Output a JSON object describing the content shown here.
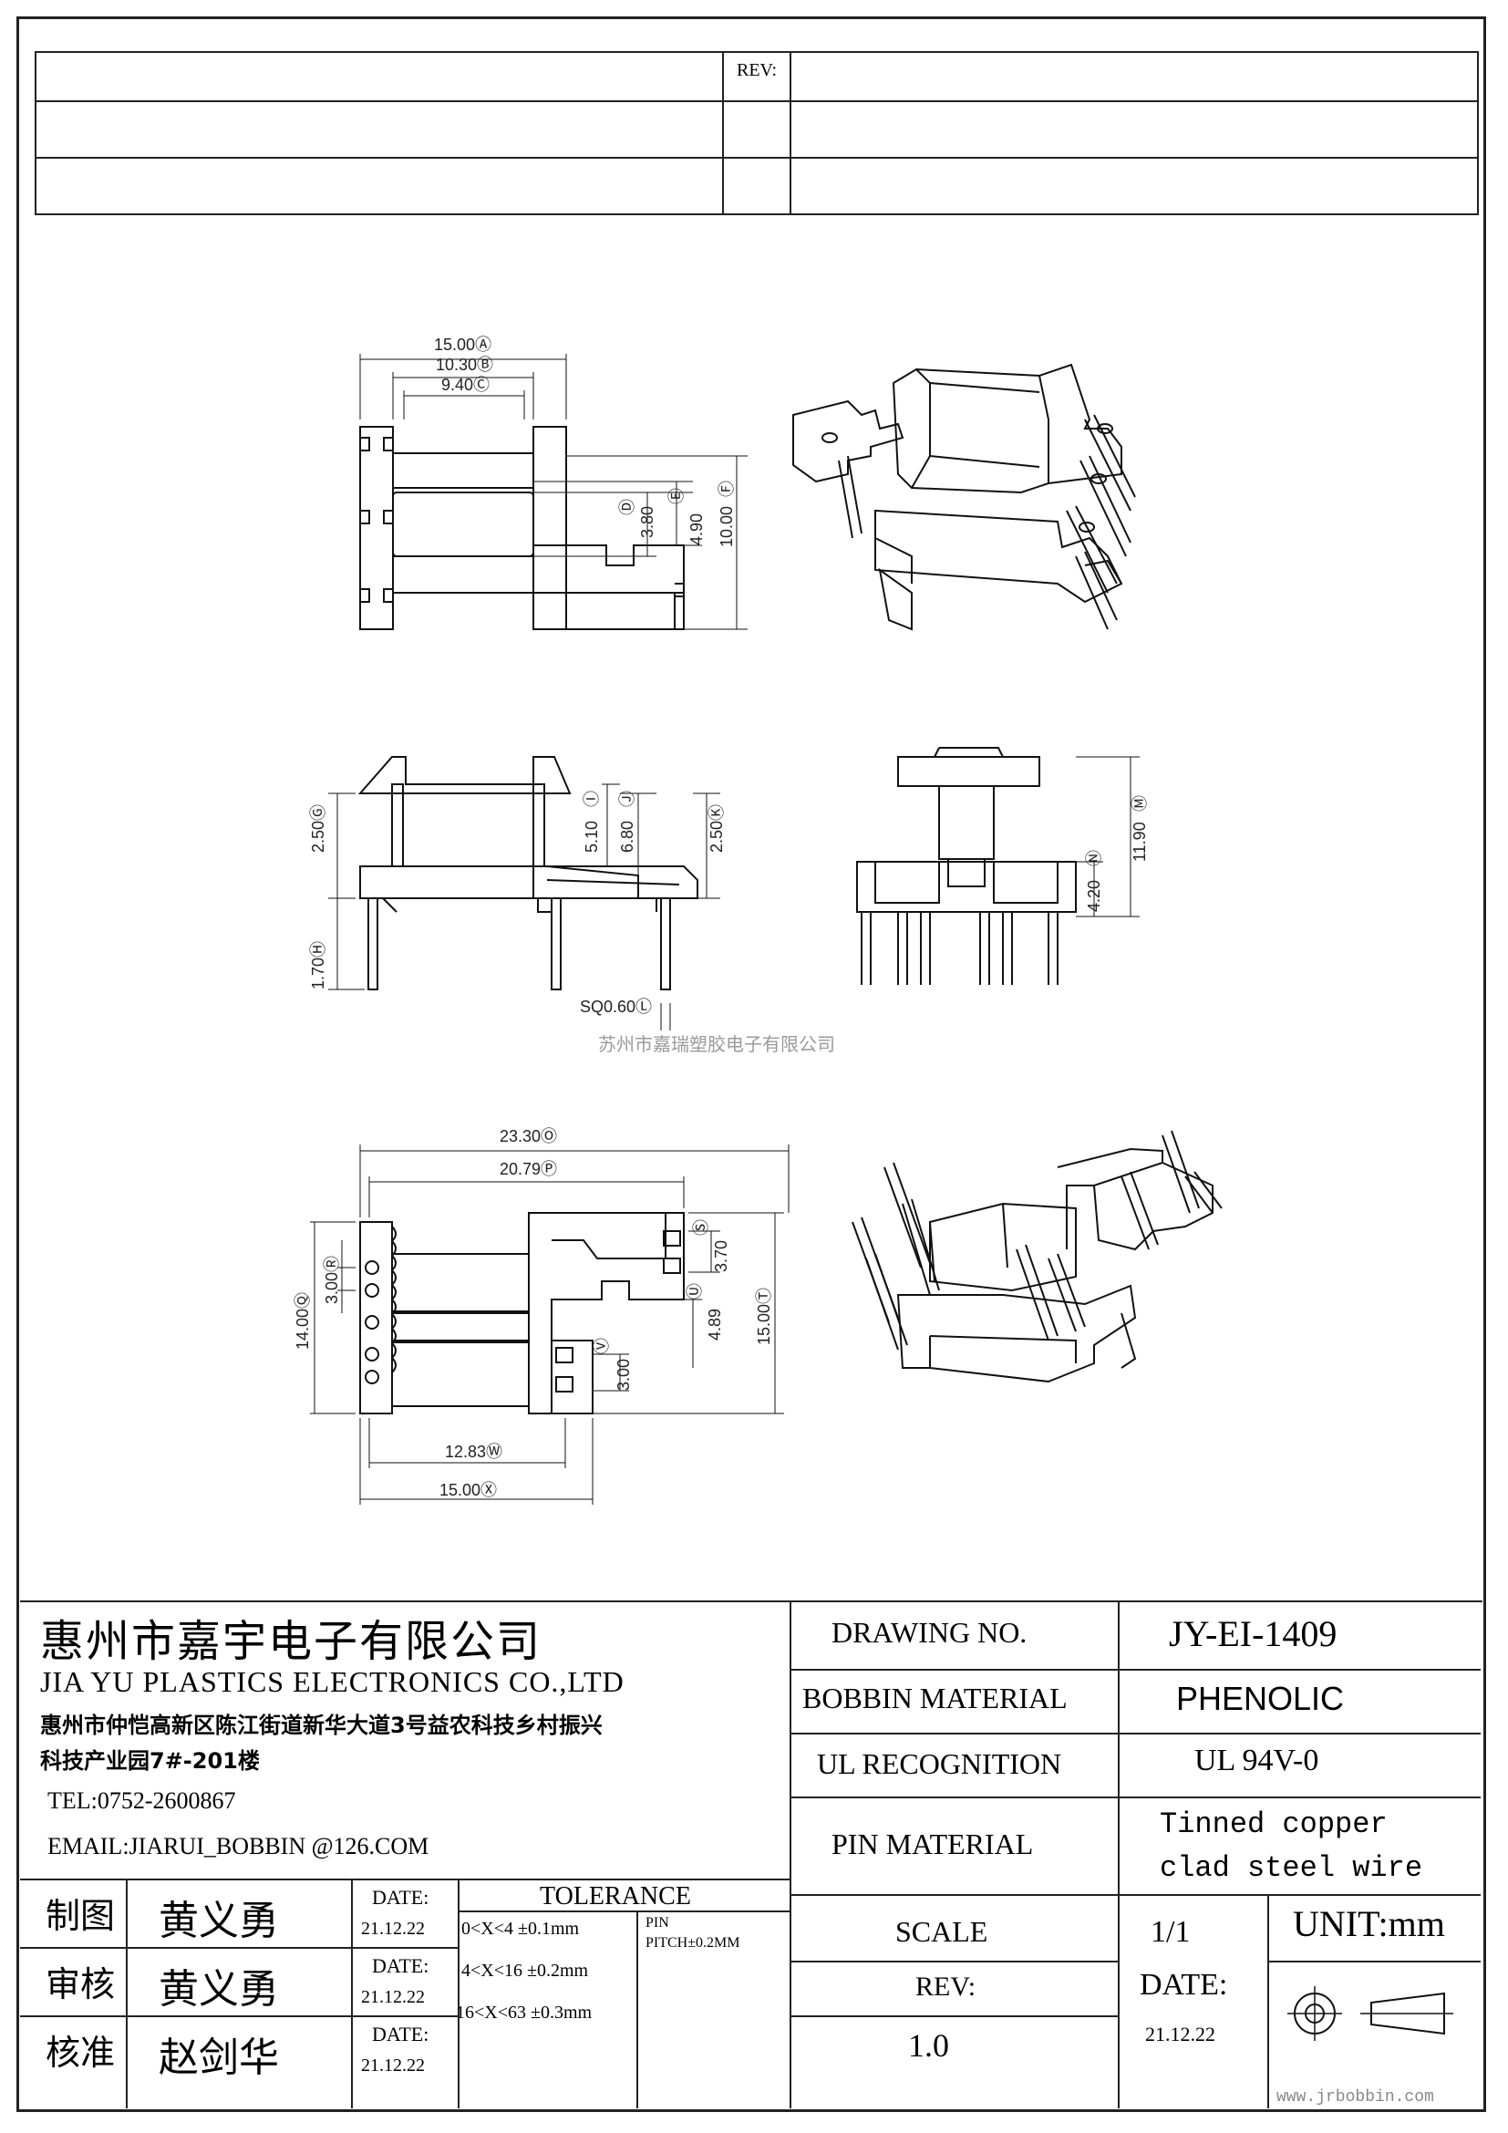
{
  "revision_block": {
    "rev_label": "REV:"
  },
  "dimensions_top": {
    "d15": "15.00Ⓐ",
    "d10_30": "10.30Ⓑ",
    "d9_40": "9.40Ⓒ",
    "d3_80": "3.80",
    "d3_80_tag": "Ⓓ",
    "d4_90": "4.90",
    "d4_90_tag": "Ⓔ",
    "d10_00": "10.00",
    "d10_00_tag": "Ⓕ"
  },
  "dimensions_mid": {
    "d2_50g": "2.50Ⓖ",
    "d1_70": "1.70Ⓗ",
    "d5_10": "5.10",
    "d5_10_tag": "Ⓘ",
    "d6_80": "6.80",
    "d6_80_tag": "Ⓙ",
    "d2_50k": "2.50Ⓚ",
    "sq": "SQ0.60Ⓛ",
    "d11_90": "11.90",
    "d11_90_tag": "Ⓜ",
    "d4_20": "4.20",
    "d4_20_tag": "Ⓝ"
  },
  "watermark": {
    "company_cn": "苏州市嘉瑞塑胶电子有限公司",
    "url": "www.jrbobbin.com"
  },
  "dimensions_bottom": {
    "d23_30": "23.30Ⓞ",
    "d20_79": "20.79Ⓟ",
    "d14_00": "14.00Ⓠ",
    "d3_00r": "3.00Ⓡ",
    "d3_70": "3.70",
    "d3_70_tag": "Ⓢ",
    "d4_89": "4.89",
    "d4_89_tag": "Ⓤ",
    "d15_00t": "15.00Ⓣ",
    "d3_00v": "3.00",
    "d3_00v_tag": "Ⓥ",
    "d12_83": "12.83Ⓦ",
    "d15_00x": "15.00Ⓧ"
  },
  "title_block": {
    "company_cn": "惠州市嘉宇电子有限公司",
    "company_en": "JIA YU PLASTICS ELECTRONICS CO.,LTD",
    "address_line1": "惠州市仲恺高新区陈江街道新华大道3号益农科技乡村振兴",
    "address_line2": "科技产业园7#-201楼",
    "tel": "TEL:0752-2600867",
    "email": "EMAIL:JIARUI_BOBBIN @126.COM",
    "drawing_no_label": "DRAWING  NO.",
    "drawing_no": "JY-EI-1409",
    "bobbin_material_label": "BOBBIN  MATERIAL",
    "bobbin_material": "PHENOLIC",
    "ul_label": "UL RECOGNITION",
    "ul_value": "UL 94V-0",
    "pin_material_label": "PIN MATERIAL",
    "pin_material_line1": "Tinned copper",
    "pin_material_line2": "clad steel wire",
    "sign_rows": [
      {
        "role": "制图",
        "name": "黄义勇",
        "date_label": "DATE:",
        "date": "21.12.22"
      },
      {
        "role": "审核",
        "name": "黄义勇",
        "date_label": "DATE:",
        "date": "21.12.22"
      },
      {
        "role": "核准",
        "name": "赵剑华",
        "date_label": "DATE:",
        "date": "21.12.22"
      }
    ],
    "tolerance_label": "TOLERANCE",
    "tolerance_rows": [
      "0<X<4  ±0.1mm",
      "4<X<16 ±0.2mm",
      "16<X<63 ±0.3mm"
    ],
    "pin_label": "PIN",
    "pin_pitch": "PITCH±0.2MM",
    "scale_label": "SCALE",
    "scale_value": "1/1",
    "unit_label": "UNIT:mm",
    "rev_label": "REV:",
    "rev_value": "1.0",
    "date_label": "DATE:",
    "date_value": "21.12.22"
  }
}
